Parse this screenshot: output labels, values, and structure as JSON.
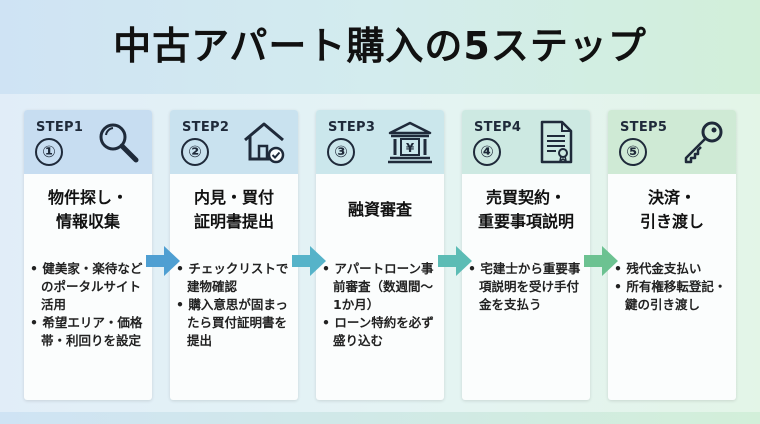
{
  "title": "中古アパート購入の5ステップ",
  "steps": [
    {
      "label": "STEP1",
      "num": "①",
      "icon": "magnifier-icon",
      "title_lines": [
        "物件探し・",
        "情報収集"
      ],
      "bullets": [
        "健美家・楽待などのポータルサイト活用",
        "希望エリア・価格帯・利回りを設定"
      ],
      "head_color": "#c7ddf1"
    },
    {
      "label": "STEP2",
      "num": "②",
      "icon": "house-check-icon",
      "title_lines": [
        "内見・買付",
        "証明書提出"
      ],
      "bullets": [
        "チェックリストで建物確認",
        "購入意思が固まったら買付証明書を提出"
      ],
      "head_color": "#c9e2ef"
    },
    {
      "label": "STEP3",
      "num": "③",
      "icon": "bank-yen-icon",
      "title_lines": [
        "融資審査"
      ],
      "bullets": [
        "アパートローン事前審査（数週間〜1か月）",
        "ローン特約を必ず盛り込む"
      ],
      "head_color": "#cbe7ec"
    },
    {
      "label": "STEP4",
      "num": "④",
      "icon": "contract-document-icon",
      "title_lines": [
        "売買契約・",
        "重要事項説明"
      ],
      "bullets": [
        "宅建士から重要事項説明を受け手付金を支払う"
      ],
      "head_color": "#cde9e2"
    },
    {
      "label": "STEP5",
      "num": "⑤",
      "icon": "key-icon",
      "title_lines": [
        "決済・",
        "引き渡し"
      ],
      "bullets": [
        "残代金支払い",
        "所有権移転登記・鍵の引き渡し"
      ],
      "head_color": "#cfead5"
    }
  ],
  "arrow_colors": [
    "#4f9fd2",
    "#56b3c9",
    "#5cbcb5",
    "#6cc291"
  ]
}
